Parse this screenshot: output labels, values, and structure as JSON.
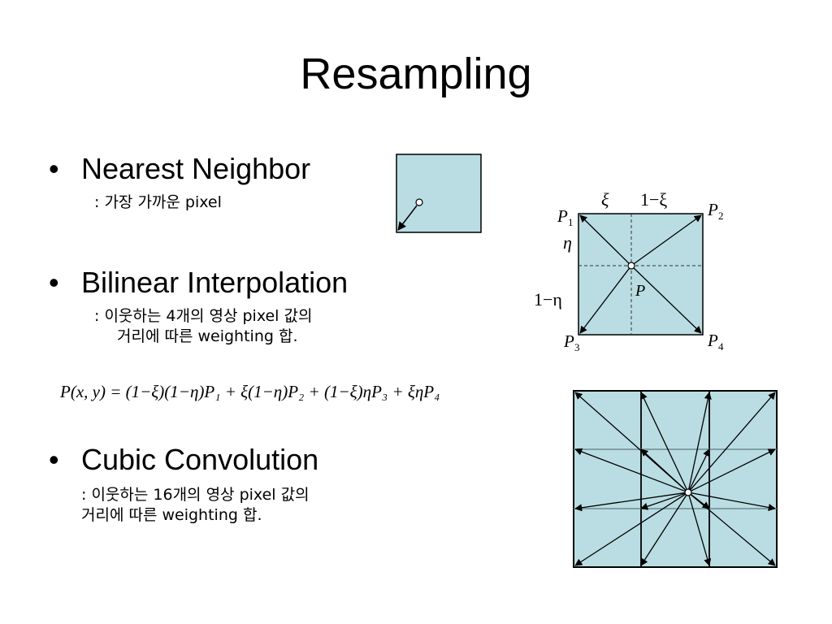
{
  "title": "Resampling",
  "bullets": {
    "marker": "•",
    "nearest": {
      "heading": "Nearest Neighbor",
      "desc": ": 가장 가까운 pixel"
    },
    "bilinear": {
      "heading": "Bilinear Interpolation",
      "desc_line1": ": 이웃하는 4개의 영상 pixel 값의",
      "desc_line2": "거리에 따른 weighting 합."
    },
    "cubic": {
      "heading": "Cubic Convolution",
      "desc_line1": ": 이웃하는 16개의 영상 pixel 값의",
      "desc_line2": "거리에 따른 weighting 합."
    }
  },
  "formula": "P(x, y) = (1−ξ)(1−η)P₁ + ξ(1−η)P₂ + (1−ξ)ηP₃ + ξηP₄",
  "bilinear_labels": {
    "xi": "ξ",
    "one_minus_xi": "1−ξ",
    "eta": "η",
    "one_minus_eta": "1−η",
    "P1": "P",
    "P1_sub": "1",
    "P2": "P",
    "P2_sub": "2",
    "P3": "P",
    "P3_sub": "3",
    "P4": "P",
    "P4_sub": "4",
    "P": "P"
  },
  "colors": {
    "cell_fill": "#b9dde2",
    "stroke": "#000000",
    "grid_line": "#6f8c90"
  }
}
